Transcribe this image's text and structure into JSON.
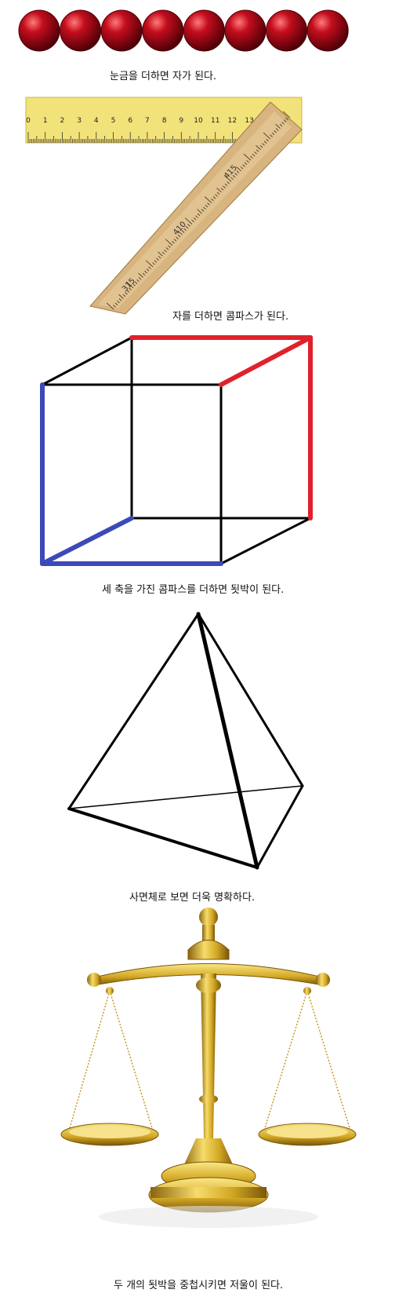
{
  "captions": {
    "beads": "눈금을 더하면 자가 된다.",
    "ruler": "자를 더하면 콤파스가 된다.",
    "cube": "세 축을 가진 콤파스를 더하면 됫박이 된다.",
    "tetra": "사면체로 보면 더욱 명확하다.",
    "scale": "두 개의 됫박을 중첩시키면 저울이 된다."
  },
  "ruler": {
    "ticks": [
      "0",
      "1",
      "2",
      "3",
      "4",
      "5",
      "6",
      "7",
      "8",
      "9",
      "10",
      "11",
      "12",
      "13"
    ],
    "angled_labels": [
      "315",
      "410",
      "415"
    ]
  },
  "colors": {
    "bead": "#9b0010",
    "ruler_yellow": "#f2e27a",
    "wood": "#d8b47f",
    "cube_red": "#e0212c",
    "cube_blue": "#3c4ab8",
    "gold": "#d3a825"
  }
}
